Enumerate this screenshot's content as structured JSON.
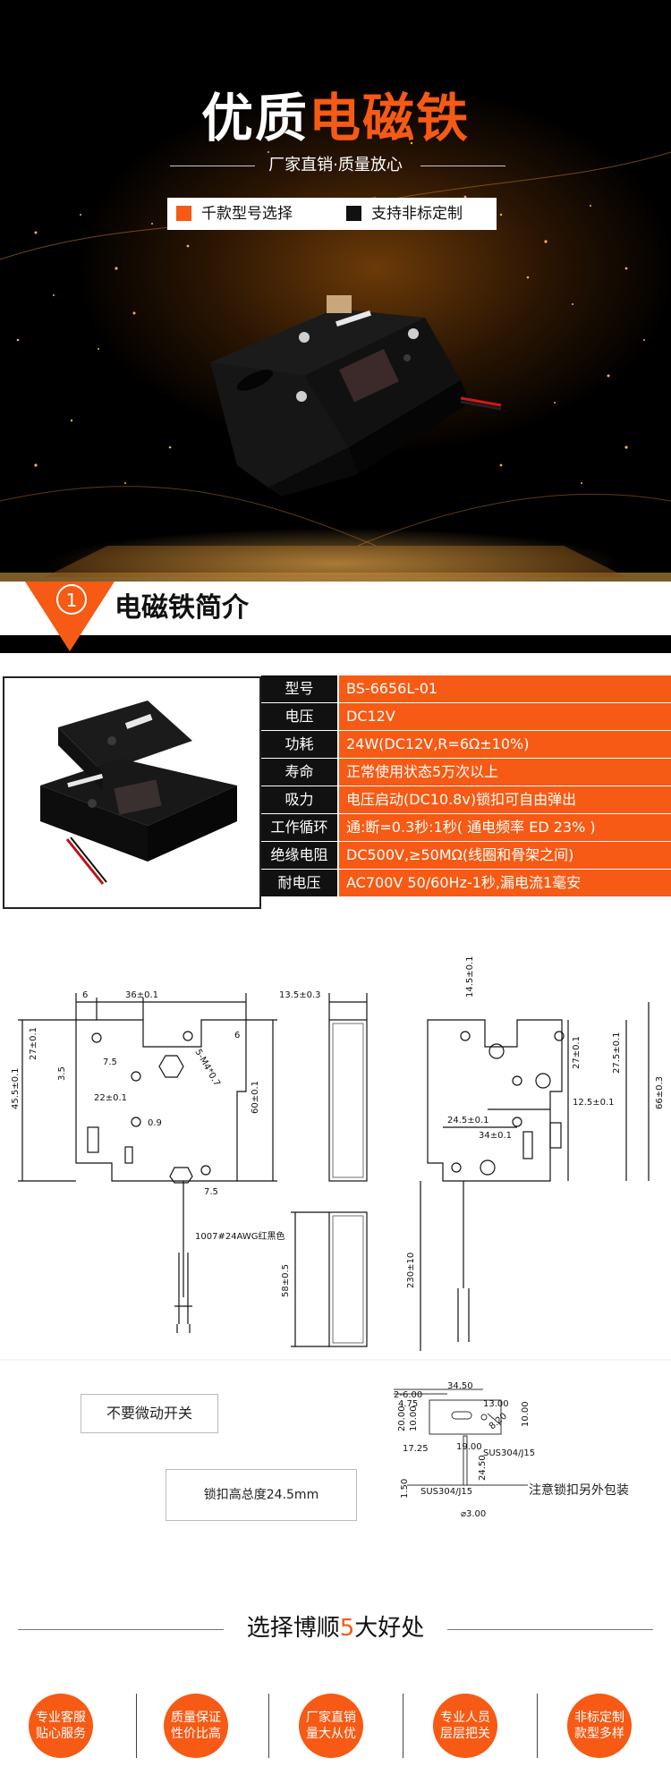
{
  "hero": {
    "title_white": "优质",
    "title_orange": "电磁铁",
    "subtitle": "厂家直销·质量放心",
    "feature_1": "千款型号选择",
    "feature_2": "支持非标定制",
    "colors": {
      "accent": "#f65a14",
      "dark": "#111111"
    }
  },
  "section": {
    "number": "1",
    "title": "电磁铁简介"
  },
  "specs": [
    {
      "key": "型号",
      "value": "BS-6656L-01"
    },
    {
      "key": "电压",
      "value": "DC12V"
    },
    {
      "key": "功耗",
      "value": "24W(DC12V,R=6Ω±10%)"
    },
    {
      "key": "寿命",
      "value": "正常使用状态5万次以上"
    },
    {
      "key": "吸力",
      "value": "电压启动(DC10.8v)锁扣可自由弹出"
    },
    {
      "key": "工作循环",
      "value": "通:断=0.3秒:1秒( 通电频率 ED 23% )"
    },
    {
      "key": "绝缘电阻",
      "value": "DC500V,≥50MΩ(线圈和骨架之间)"
    },
    {
      "key": "耐电压",
      "value": "AC700V 50/60Hz-1秒,漏电流1毫安"
    }
  ],
  "drawing": {
    "dims": {
      "d6a": "6",
      "d36": "36±0.1",
      "d27a": "27±0.1",
      "d7_5a": "7.5",
      "d3_5": "3.5",
      "d45_5": "45.5±0.1",
      "d22": "22±0.1",
      "d0_9": "0.9",
      "d60": "60±0.1",
      "d5M4": "5-M4*0.7",
      "d6b": "6",
      "d7_5b": "7.5",
      "wire": "1007#24AWG红黑色",
      "d13_5": "13.5±0.3",
      "d14_5": "14.5±0.1",
      "d27b": "27±0.1",
      "d27_5": "27.5±0.1",
      "d24_5": "24.5±0.1",
      "d12_5": "12.5±0.1",
      "d34": "34±0.1",
      "d66": "66±0.3",
      "d58": "58±0.5",
      "d230": "230±10",
      "p34_50": "34.50",
      "p2_6": "2-6.00",
      "p4_75": "4.75",
      "p13": "13.00",
      "p10": "10.00",
      "p20": "20.00",
      "p10b": "10.00",
      "p17_25": "17.25",
      "p19": "19.00",
      "p8_20": "8.20",
      "p24_50": "24.50",
      "pmat1": "SUS304/J15",
      "pmat2": "SUS304/J15",
      "p1_50": "1.50",
      "pd3": "⌀3.00"
    },
    "note_no_switch": "不要微动开关",
    "note_height": "锁扣高总度24.5mm",
    "note_pack": "注意锁扣另外包装"
  },
  "benefits": {
    "title_pre": "选择博顺",
    "title_num": "5",
    "title_post": "大好处",
    "items": [
      {
        "line1": "专业客服",
        "line2": "贴心服务"
      },
      {
        "line1": "质量保证",
        "line2": "性价比高"
      },
      {
        "line1": "厂家直销",
        "line2": "量大从优"
      },
      {
        "line1": "专业人员",
        "line2": "层层把关"
      },
      {
        "line1": "非标定制",
        "line2": "款型多样"
      }
    ]
  }
}
